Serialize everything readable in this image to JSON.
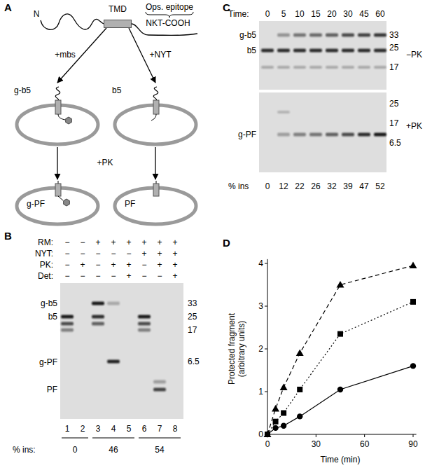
{
  "diagram": {
    "nodes": [
      {
        "text": [
          "TMD"
        ]
      },
      {
        "text": [
          "g-b5"
        ]
      },
      {
        "text": [
          "b5"
        ]
      },
      {
        "text": [
          "g-PF"
        ]
      },
      {
        "text": [
          "PF"
        ]
      }
    ],
    "edges": [
      {
        "from": 0,
        "to": 1,
        "label": "+mbs",
        "arrow": "to"
      },
      {
        "from": 0,
        "to": 2,
        "label": "+NYT",
        "arrow": "to"
      },
      {
        "from": 1,
        "to": 3,
        "arrow": "to"
      },
      {
        "from": 2,
        "to": 4,
        "arrow": "to"
      }
    ],
    "labels": [
      "A",
      "N",
      "Ops. epitope",
      "NKT-COOH",
      "+PK",
      "B",
      "RM:",
      "NYT:",
      "PK:",
      "Det:",
      "−",
      "−",
      "+",
      "+",
      "+",
      "+",
      "+",
      "+",
      "−",
      "−",
      "−",
      "−",
      "−",
      "+",
      "+",
      "+",
      "−",
      "+",
      "−",
      "+",
      "+",
      "−",
      "+",
      "+",
      "−",
      "−",
      "−",
      "−",
      "+",
      "−",
      "−",
      "+",
      "g-b5",
      "b5",
      "g-PF",
      "PF",
      "33",
      "25",
      "17",
      "6.5",
      "1",
      "2",
      "3",
      "4",
      "5",
      "6",
      "7",
      "8",
      "% ins:",
      "0",
      "46",
      "54",
      "C",
      "Time:",
      "0",
      "5",
      "10",
      "15",
      "20",
      "30",
      "45",
      "60",
      "g-b5",
      "b5",
      "g-PF",
      "33",
      "25",
      "17",
      "−PK",
      "25",
      "17",
      "6.5",
      "+PK",
      "% ins",
      "0",
      "12",
      "22",
      "26",
      "32",
      "39",
      "47",
      "52",
      "D",
      "Protected fragment (arbitrary units)",
      "0",
      "1",
      "2",
      "3",
      "4",
      "0",
      "30",
      "60",
      "90",
      "Time (min)"
    ]
  }
}
